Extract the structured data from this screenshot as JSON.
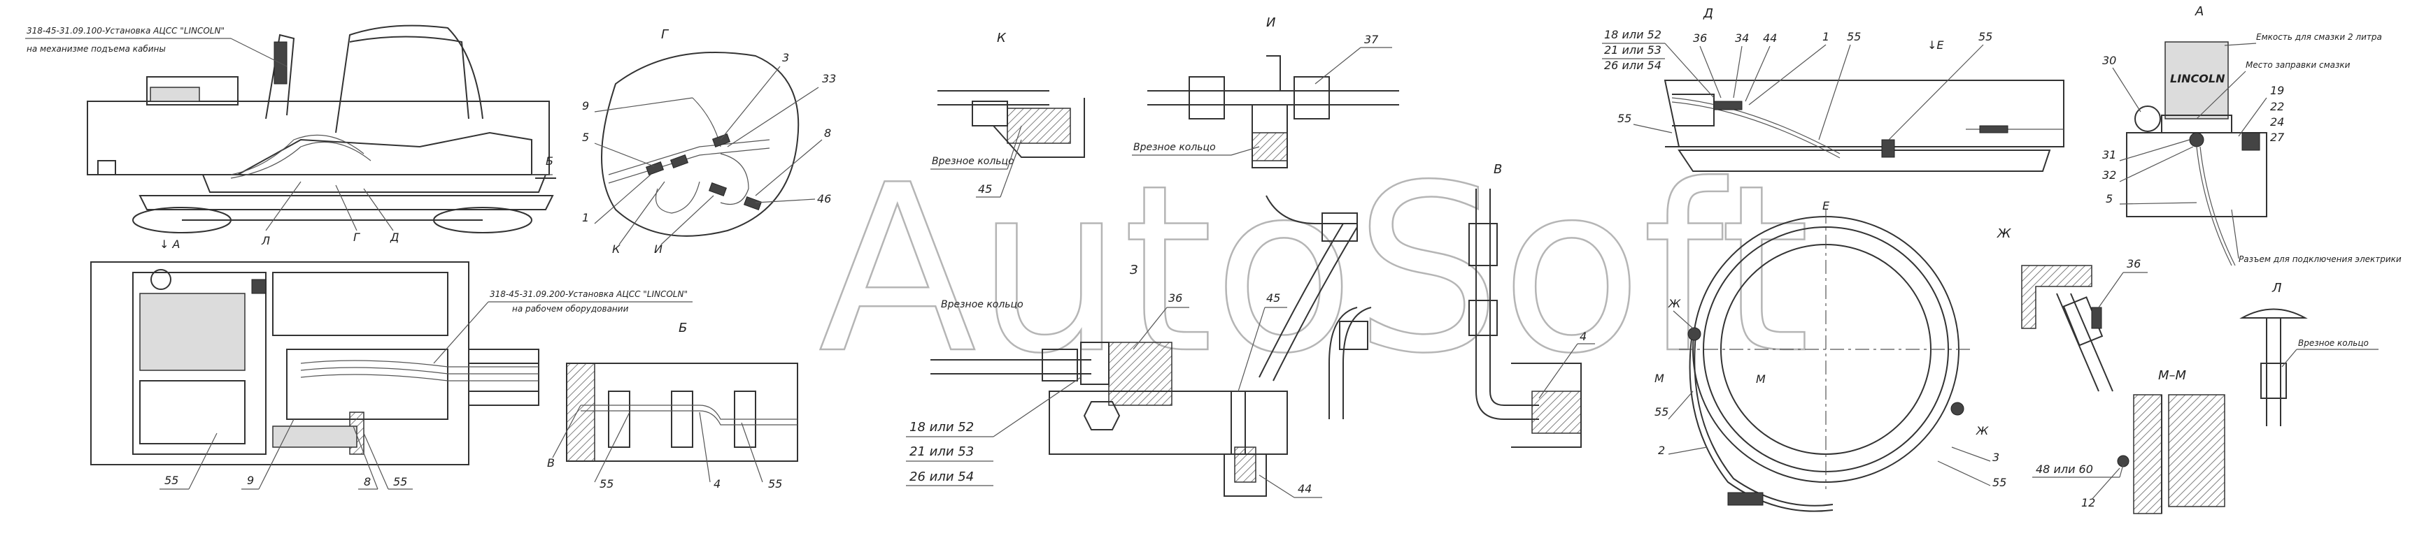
{
  "watermark": "AutoSoft",
  "notes": {
    "note1_line1": "318-45-31.09.100-Установка АЦСС \"LINCOLN\"",
    "note1_line2": "на механизме подъема кабины",
    "note2_line1": "318-45-31.09.200-Установка АЦСС \"LINCOLN\"",
    "note2_line2": "на рабочем оборудовании"
  },
  "views": {
    "A": "↓ А",
    "B": "Б",
    "B_arrow": "Б",
    "G": "Г",
    "K": "К",
    "I": "И",
    "V": "В",
    "D": "Д",
    "E": "↓Е",
    "E_ring": "Е",
    "A_detail": "А",
    "Zh": "Ж",
    "L": "Л",
    "M": "М–М",
    "Z": "З"
  },
  "texts": {
    "vreznoe": "Врезное кольцо",
    "emkost": "Емкость для смазки 2 литра",
    "mesto": "Место заправки смазки",
    "razem": "Разъем для подключения электрики",
    "lincoln": "LINCOLN",
    "ili_18_52": "18 или 52",
    "ili_21_53": "21 или 53",
    "ili_26_54": "26 или 54",
    "ili_48_60": "48 или 60",
    "L_letter": "Л",
    "G_letter": "Г",
    "D_letter": "Д",
    "Zh_letter": "Ж",
    "M_letter": "М",
    "V_letter": "В",
    "K_letter": "К",
    "I_letter": "И"
  },
  "callouts": {
    "n1": "1",
    "n2": "2",
    "n3": "3",
    "n4": "4",
    "n5": "5",
    "n8": "8",
    "n9": "9",
    "n12": "12",
    "n19": "19",
    "n22": "22",
    "n24": "24",
    "n27": "27",
    "n30": "30",
    "n31": "31",
    "n32": "32",
    "n33": "33",
    "n34": "34",
    "n36": "36",
    "n37": "37",
    "n44": "44",
    "n45": "45",
    "n46": "46",
    "n55": "55"
  }
}
